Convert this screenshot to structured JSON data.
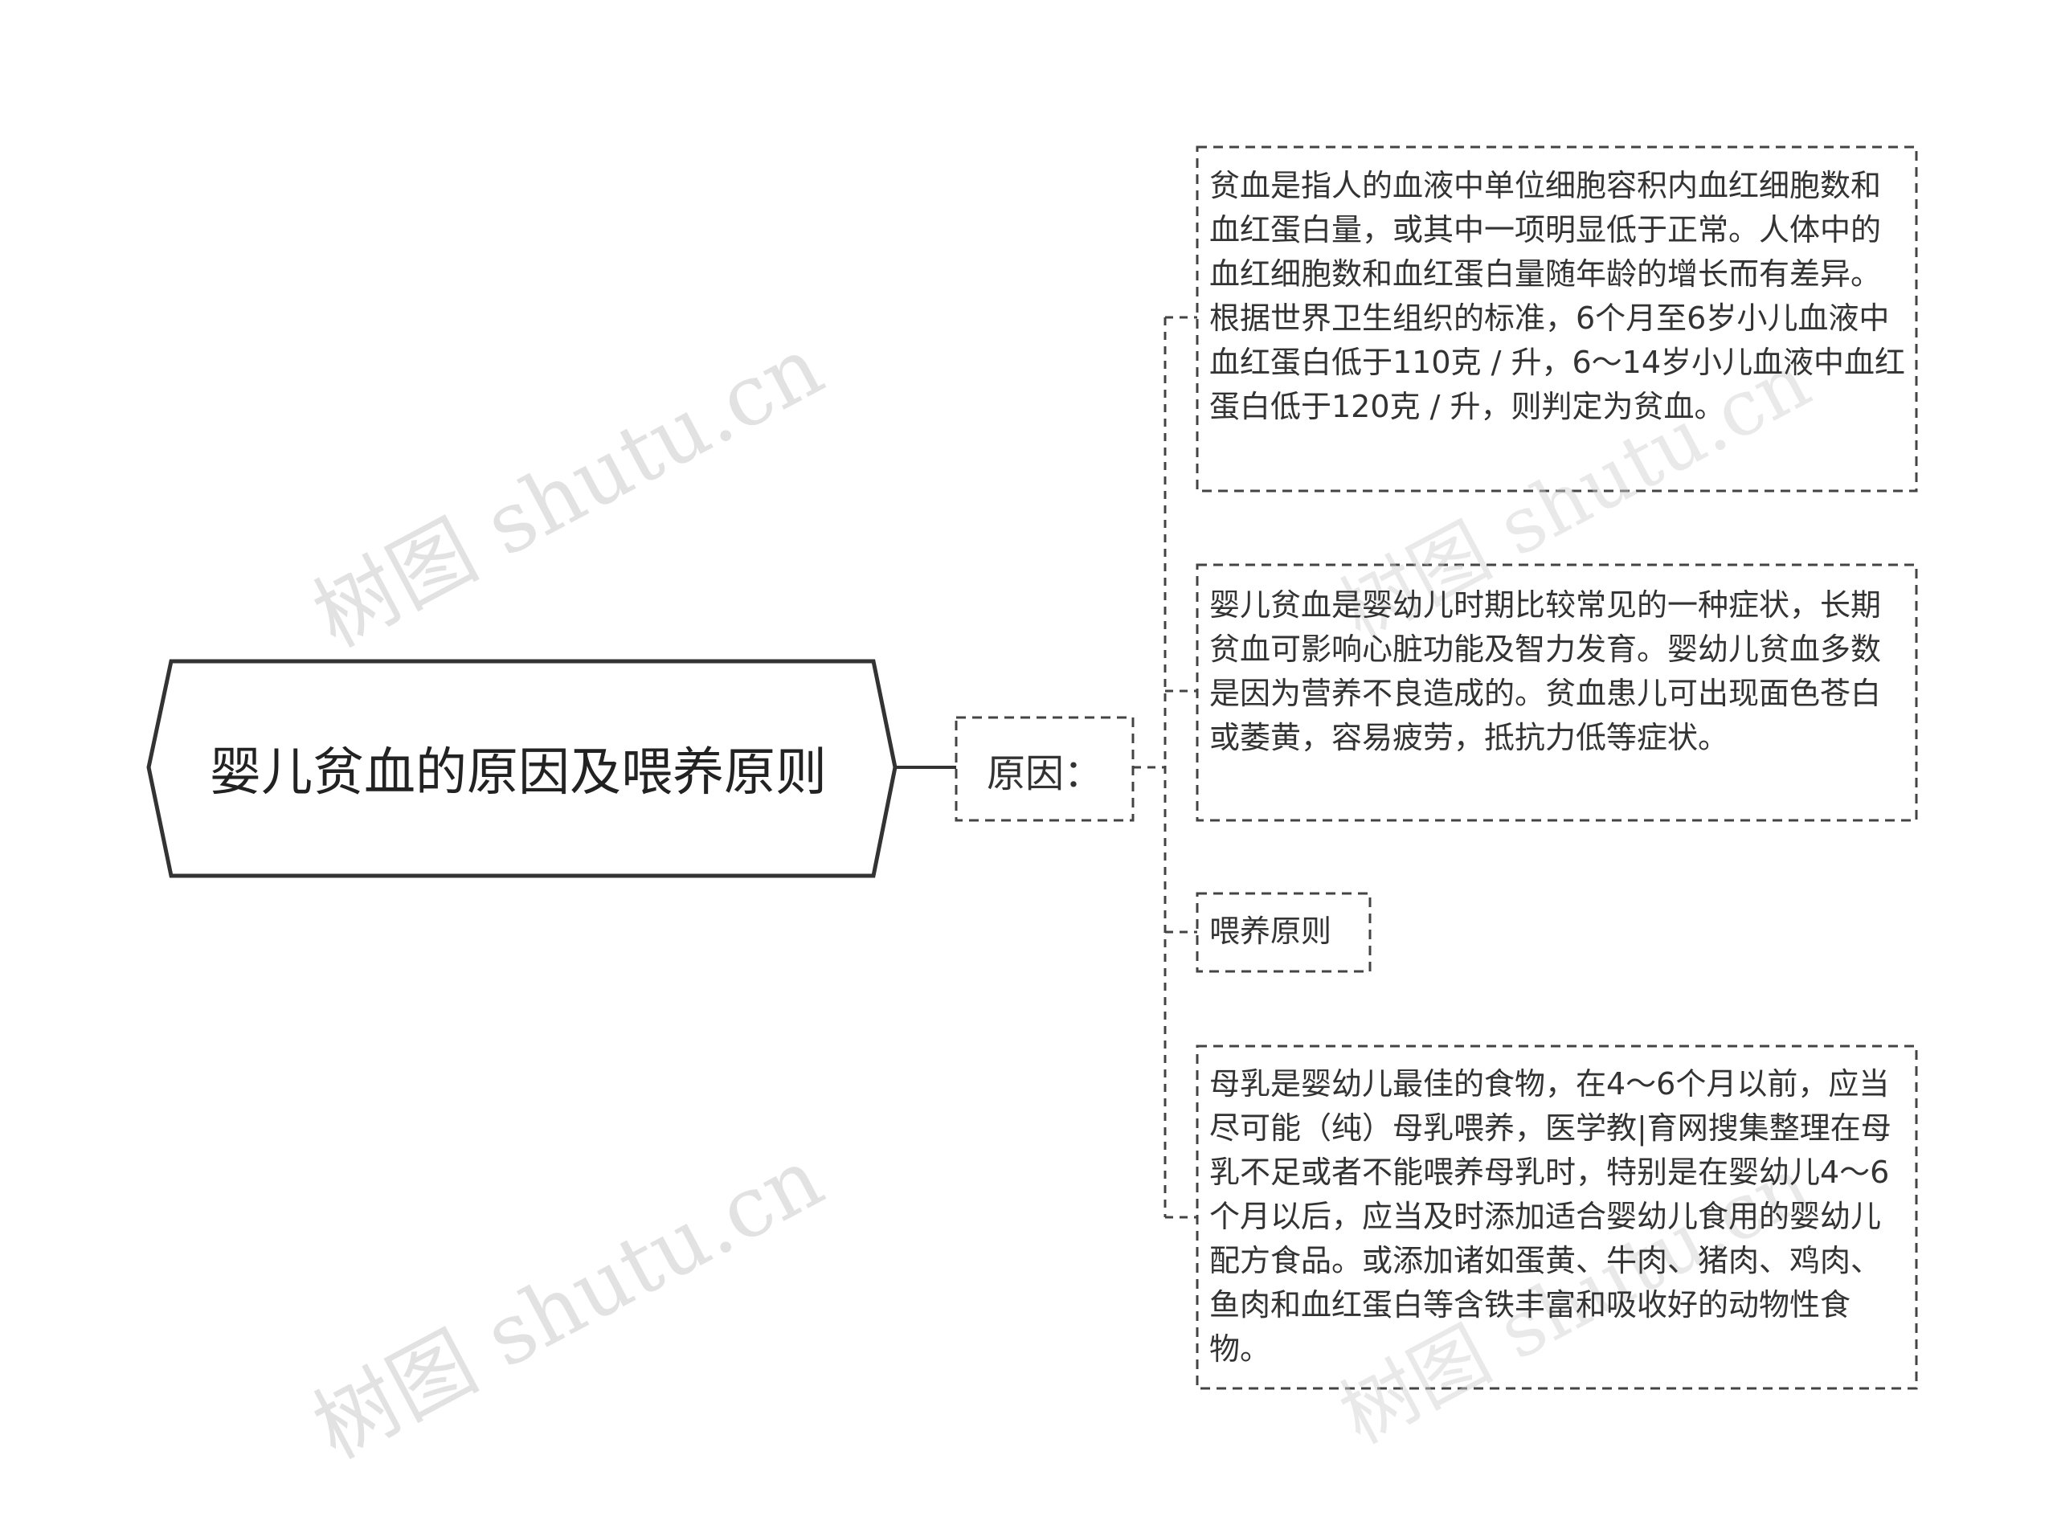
{
  "root": {
    "title": "婴儿贫血的原因及喂养原则"
  },
  "category": {
    "label": "原因："
  },
  "leaves": [
    {
      "text": "贫血是指人的血液中单位细胞容积内血红细胞数和血红蛋白量，或其中一项明显低于正常。人体中的血红细胞数和血红蛋白量随年龄的增长而有差异。根据世界卫生组织的标准，6个月至6岁小儿血液中血红蛋白低于110克 / 升，6～14岁小儿血液中血红蛋白低于120克 / 升，则判定为贫血。"
    },
    {
      "text": "婴儿贫血是婴幼儿时期比较常见的一种症状，长期贫血可影响心脏功能及智力发育。婴幼儿贫血多数是因为营养不良造成的。贫血患儿可出现面色苍白或萎黄，容易疲劳，抵抗力低等症状。"
    },
    {
      "text": "喂养原则"
    },
    {
      "text": "母乳是婴幼儿最佳的食物，在4～6个月以前，应当尽可能（纯）母乳喂养，医学教|育网搜集整理在母乳不足或者不能喂养母乳时，特别是在婴幼儿4～6个月以后，应当及时添加适合婴幼儿食用的婴幼儿配方食品。或添加诸如蛋黄、牛肉、猪肉、鸡肉、鱼肉和血红蛋白等含铁丰富和吸收好的动物性食物。"
    }
  ],
  "watermark": {
    "text": "树图 shutu.cn"
  },
  "colors": {
    "line": "#333333",
    "dashed": "#444444",
    "watermark": "#cfcfcf"
  }
}
